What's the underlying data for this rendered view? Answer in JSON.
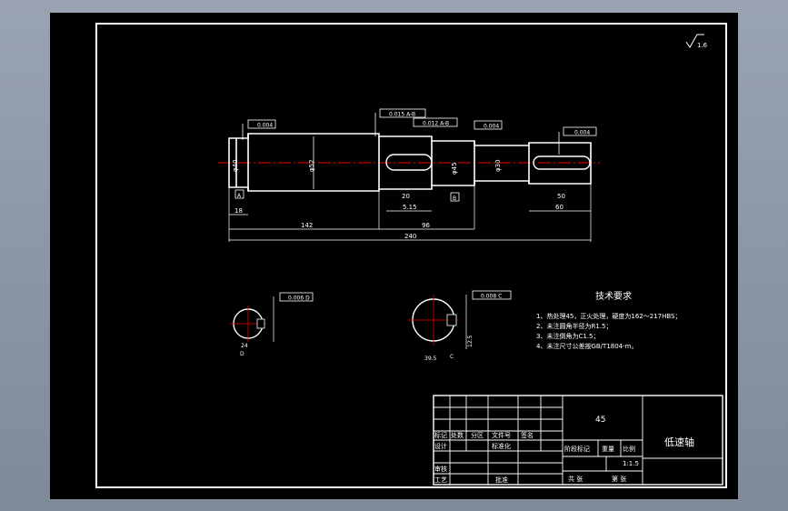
{
  "drawing": {
    "title_notes": "技术要求",
    "notes": [
      "1、热处理45，正火处理，硬度为162～217HBS；",
      "2、未注圆角半径为R1.5；",
      "3、未注倒角为C1.5；",
      "4、未注尺寸公差按GB/T1804-m。"
    ],
    "roughness_corner": "1.6",
    "dims": {
      "overall": "240",
      "left_section": "142",
      "mid_section": "96",
      "keyway_len": "5.15",
      "right_len": "60",
      "left_end_len": "18",
      "right_keyway": "50",
      "key_width": "20",
      "dia_left": "φ40",
      "dia_big": "φ52",
      "dia_mid": "φ45",
      "dia_right": "φ30"
    },
    "tolerances": {
      "t1": "0.004",
      "t2": "0.015 A-B",
      "t3": "0.012 A-B",
      "t4": "0.004",
      "t5": "0.004",
      "sec1": "0.006 D",
      "sec2": "0.008 C"
    },
    "datums": [
      "A",
      "B",
      "C",
      "D"
    ],
    "sec1_dim": "24",
    "sec2_dim": "39.5",
    "sec2_depth": "12.5"
  },
  "title_block": {
    "material": "45",
    "part_name": "低速轴",
    "scale": "1:1.5",
    "labels": {
      "mark": "标记",
      "count": "处数",
      "zone": "分区",
      "docno": "文件号",
      "sign": "签名",
      "design": "设计",
      "standard": "标准化",
      "review": "审核",
      "process": "工艺",
      "approve": "批准",
      "stage": "阶段标记",
      "weight": "重量",
      "ratio": "比例",
      "total": "共  张",
      "sheet": "第  张"
    }
  }
}
